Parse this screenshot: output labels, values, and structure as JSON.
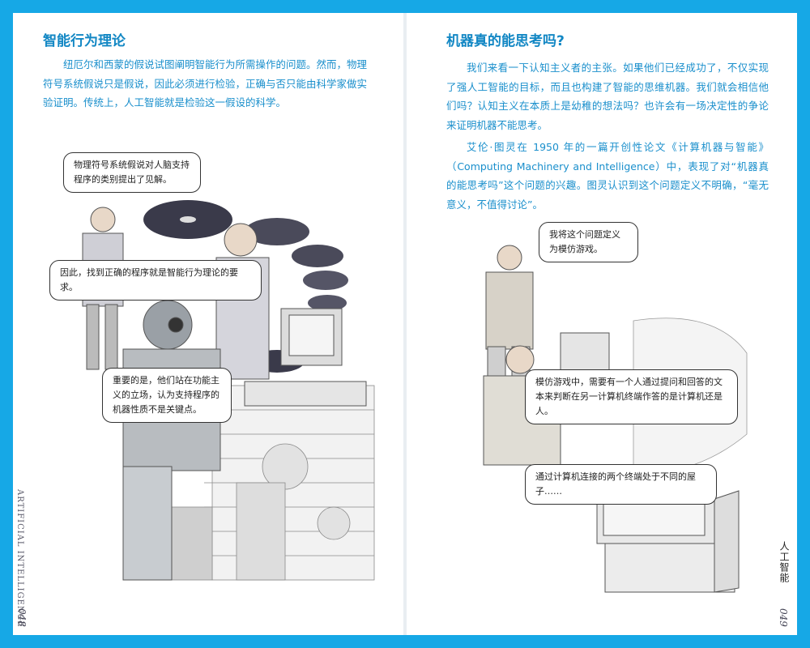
{
  "left_page": {
    "heading": "智能行为理论",
    "paragraph": "纽厄尔和西蒙的假说试图阐明智能行为所需操作的问题。然而，物理符号系统假说只是假说，因此必须进行检验，正确与否只能由科学家做实验证明。传统上，人工智能就是检验这一假设的科学。",
    "bubbles": [
      "物理符号系统假说对人脑支持程序的类别提出了见解。",
      "因此，找到正确的程序就是智能行为理论的要求。",
      "重要的是，他们站在功能主义的立场，认为支持程序的机器性质不是关键点。"
    ],
    "side_title": "ARTIFICIAL INTELLIGENCE",
    "page_number": "048"
  },
  "right_page": {
    "heading": "机器真的能思考吗?",
    "paragraph1": "我们来看一下认知主义者的主张。如果他们已经成功了，不仅实现了强人工智能的目标，而且也构建了智能的思维机器。我们就会相信他们吗？认知主义在本质上是幼稚的想法吗？也许会有一场决定性的争论来证明机器不能思考。",
    "paragraph2": "艾伦·图灵在 1950 年的一篇开创性论文《计算机器与智能》（Computing Machinery and Intelligence）中，表现了对“机器真的能思考吗”这个问题的兴趣。图灵认识到这个问题定义不明确，“毫无意义，不值得讨论”。",
    "bubbles": [
      "我将这个问题定义为模仿游戏。",
      "模仿游戏中，需要有一个人通过提问和回答的文本来判断在另一计算机终端作答的是计算机还是人。",
      "通过计算机连接的两个终端处于不同的屋子……"
    ],
    "side_title": "人工智能",
    "page_number": "049"
  },
  "colors": {
    "frame": "#16a8e6",
    "heading": "#1287c4",
    "body_text": "#1a8fcc"
  },
  "icons": [
    "scientist-illustration",
    "robot-illustration",
    "disk-illustration",
    "computer-illustration"
  ]
}
